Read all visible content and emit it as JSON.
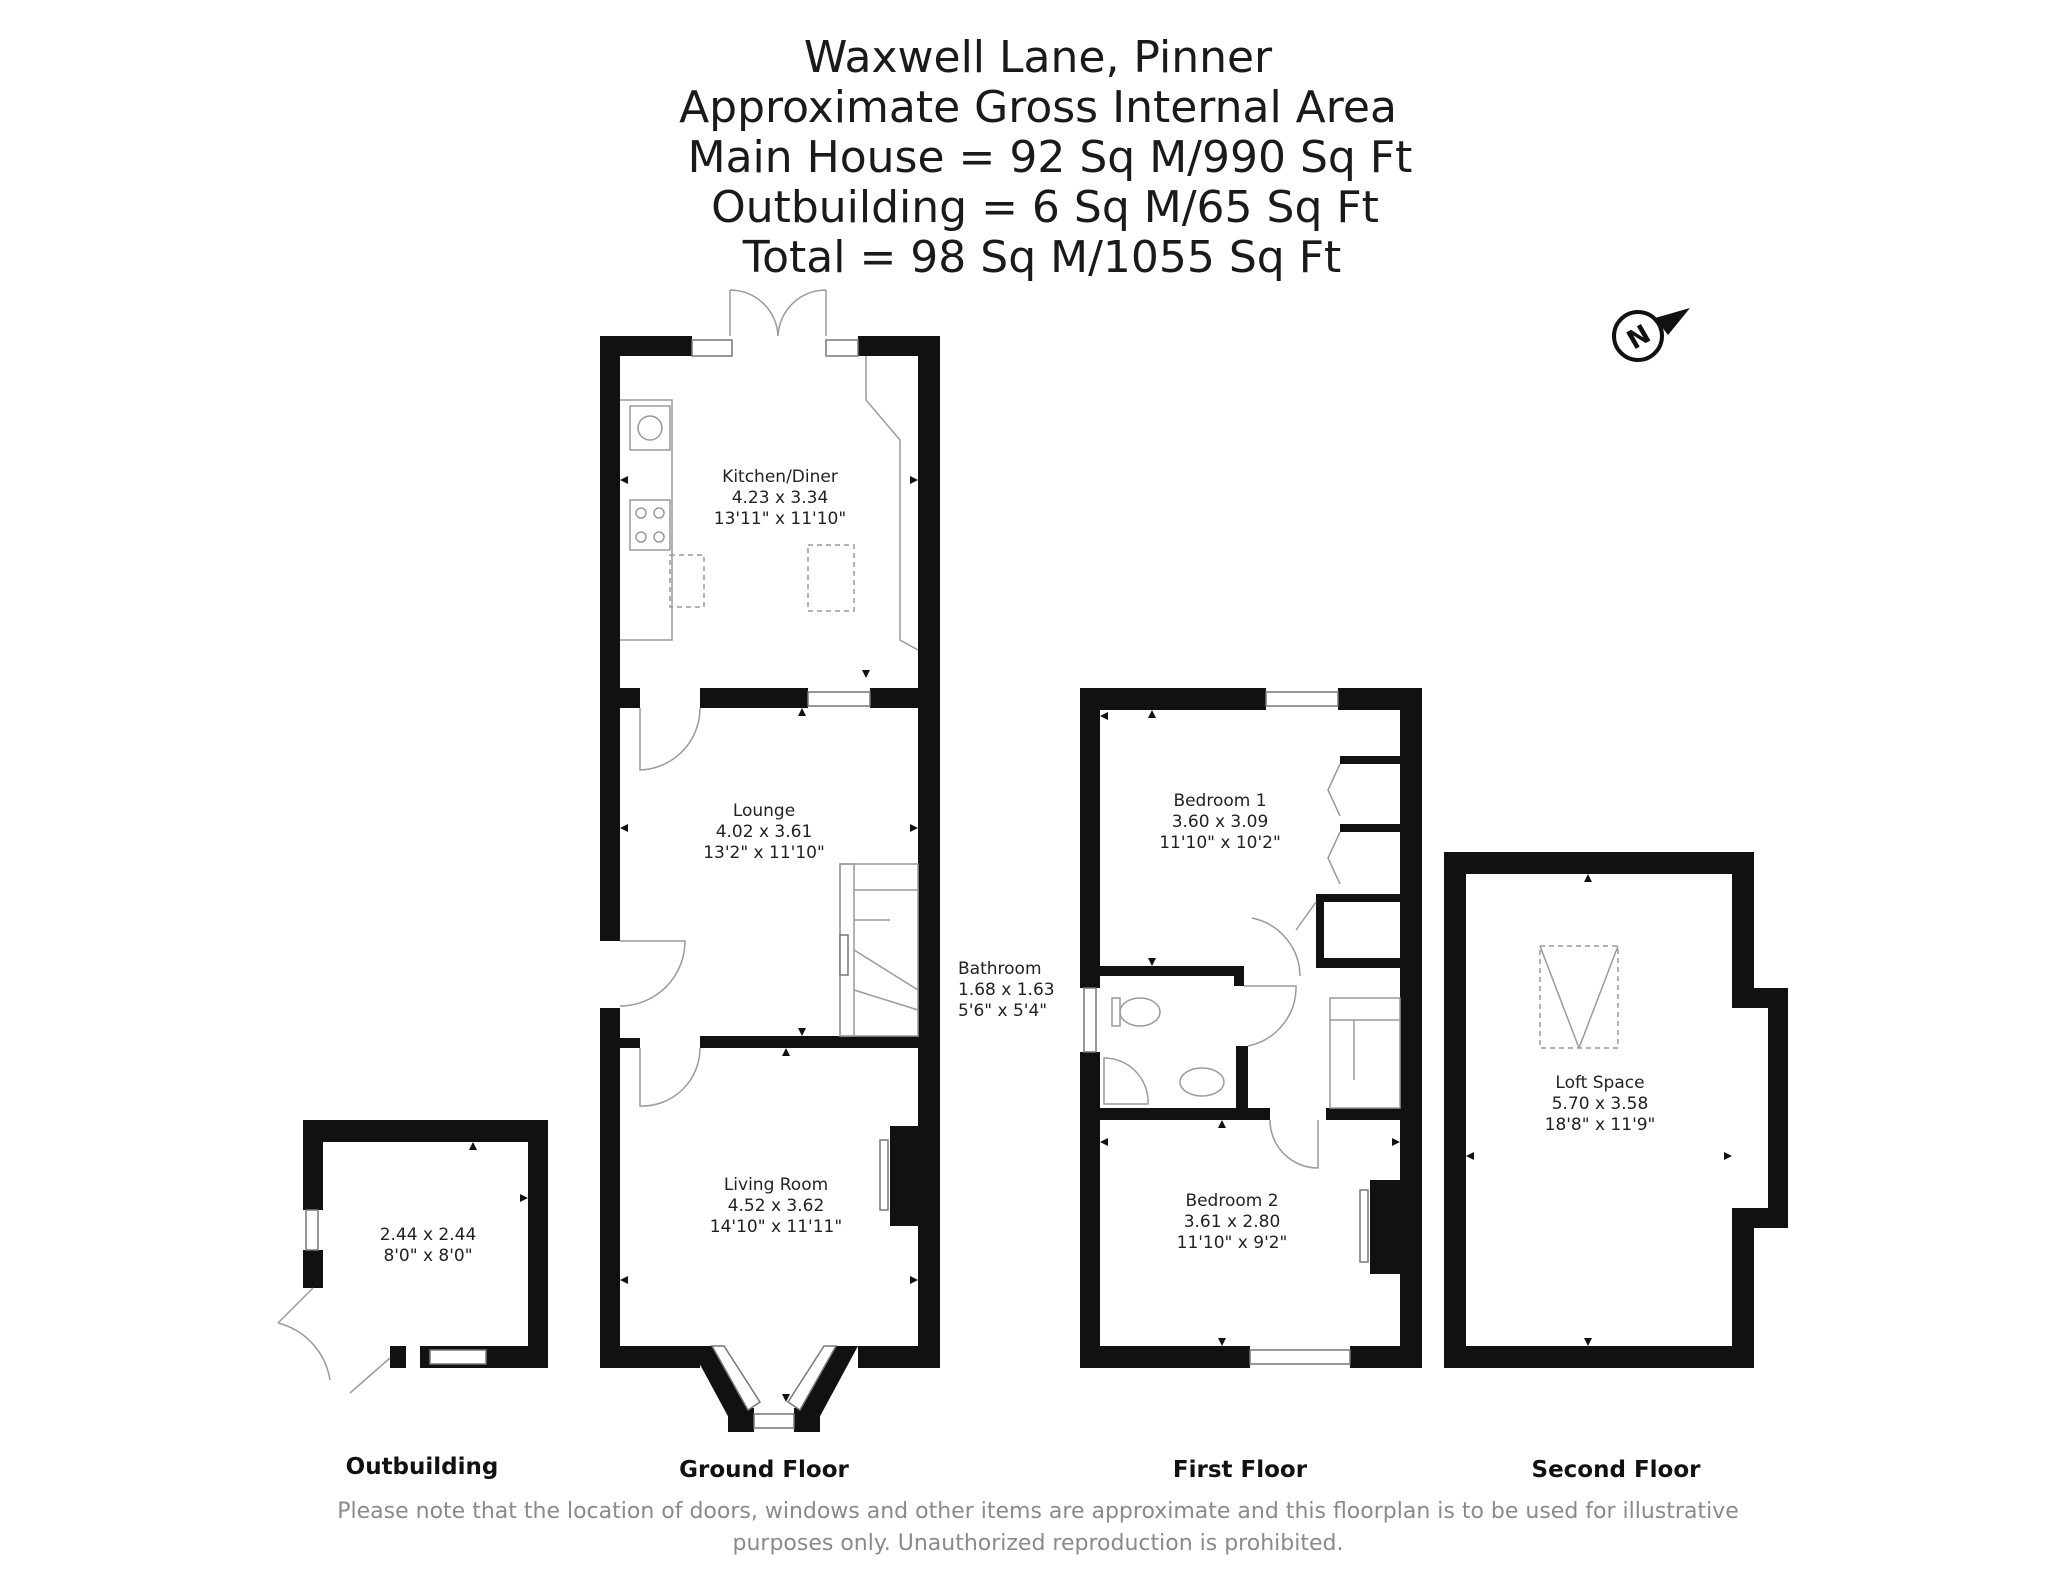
{
  "header": {
    "title_lines": [
      "Waxwell Lane, Pinner",
      "Approximate Gross Internal Area",
      "Main House = 92 Sq M/990 Sq Ft",
      "Outbuilding = 6 Sq M/65 Sq Ft",
      "Total = 98 Sq M/1055 Sq Ft"
    ]
  },
  "compass": {
    "icon": "north-compass-icon",
    "letter": "N"
  },
  "rooms": {
    "kitchen": {
      "name": "Kitchen/Diner",
      "metric": "4.23 x 3.34",
      "imperial": "13'11\" x 11'10\""
    },
    "lounge": {
      "name": "Lounge",
      "metric": "4.02 x 3.61",
      "imperial": "13'2\" x 11'10\""
    },
    "living": {
      "name": "Living Room",
      "metric": "4.52 x 3.62",
      "imperial": "14'10\" x 11'11\""
    },
    "outbuilding": {
      "metric": "2.44 x 2.44",
      "imperial": "8'0\" x 8'0\""
    },
    "bathroom": {
      "name": "Bathroom",
      "metric": "1.68 x 1.63",
      "imperial": "5'6\" x 5'4\""
    },
    "bedroom1": {
      "name": "Bedroom 1",
      "metric": "3.60 x 3.09",
      "imperial": "11'10\" x 10'2\""
    },
    "bedroom2": {
      "name": "Bedroom 2",
      "metric": "3.61 x 2.80",
      "imperial": "11'10\" x 9'2\""
    },
    "loft": {
      "name": "Loft Space",
      "metric": "5.70 x 3.58",
      "imperial": "18'8\" x 11'9\""
    }
  },
  "floors": {
    "outbuilding": "Outbuilding",
    "ground": "Ground Floor",
    "first": "First Floor",
    "second": "Second Floor"
  },
  "disclaimer": [
    "Please note that the location of doors, windows and other items are approximate and this floorplan is to be used for illustrative",
    "purposes only. Unauthorized reproduction is prohibited."
  ]
}
